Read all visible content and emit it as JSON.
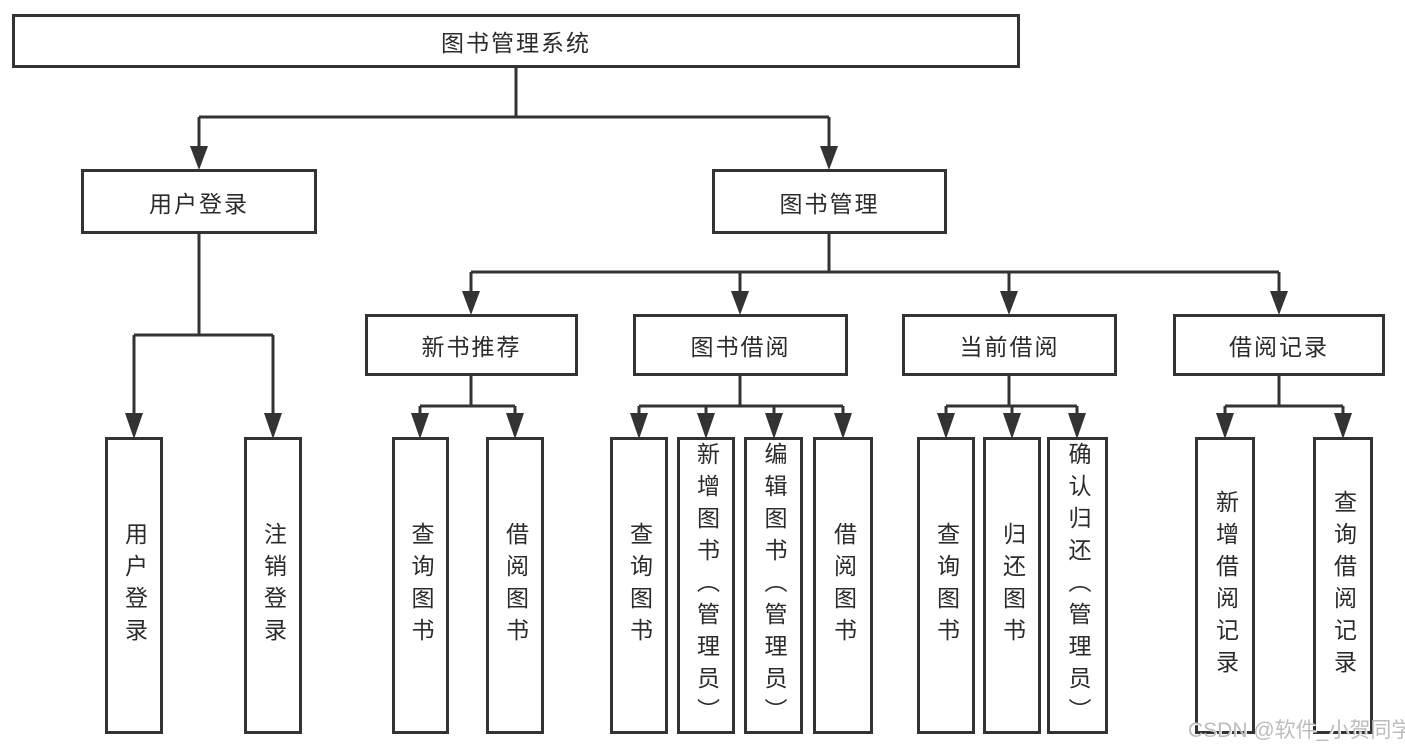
{
  "tree": {
    "label": "图书管理系统",
    "children": [
      {
        "label": "用户登录",
        "children": [
          {
            "label": "用户登录"
          },
          {
            "label": "注销登录"
          }
        ]
      },
      {
        "label": "图书管理",
        "children": [
          {
            "label": "新书推荐",
            "children": [
              {
                "label": "查询图书"
              },
              {
                "label": "借阅图书"
              }
            ]
          },
          {
            "label": "图书借阅",
            "children": [
              {
                "label": "查询图书"
              },
              {
                "label": "新增图书（管理员）"
              },
              {
                "label": "编辑图书（管理员）"
              },
              {
                "label": "借阅图书"
              }
            ]
          },
          {
            "label": "当前借阅",
            "children": [
              {
                "label": "查询图书"
              },
              {
                "label": "归还图书"
              },
              {
                "label": "确认归还（管理员）"
              }
            ]
          },
          {
            "label": "借阅记录",
            "children": [
              {
                "label": "新增借阅记录"
              },
              {
                "label": "查询借阅记录"
              }
            ]
          }
        ]
      }
    ]
  },
  "watermark": "CSDN @软件_小贺同学",
  "colors": {
    "line": "#333333",
    "text": "#2b2b2b",
    "watermark": "#bdbdbd",
    "background": "#ffffff"
  }
}
